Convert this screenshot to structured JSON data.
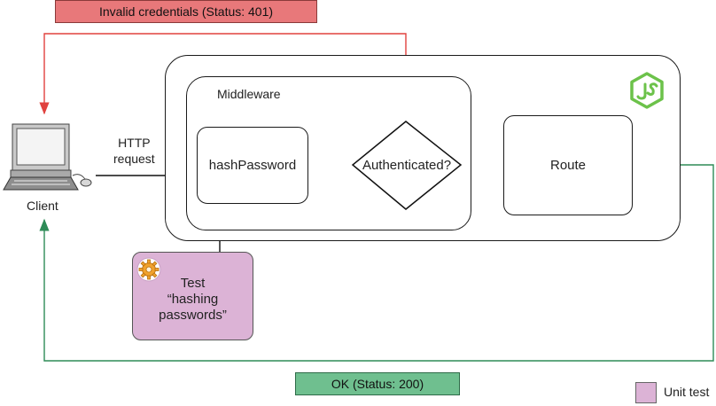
{
  "status_error": "Invalid credentials (Status: 401)",
  "status_ok": "OK (Status: 200)",
  "client": {
    "label": "Client"
  },
  "http_request": {
    "line1": "HTTP",
    "line2": "request"
  },
  "middleware": {
    "title": "Middleware"
  },
  "hash_password": {
    "label": "hashPassword"
  },
  "decision": {
    "label": "Authenticated?"
  },
  "route": {
    "label": "Route"
  },
  "test": {
    "line1": "Test",
    "line2": "“hashing",
    "line3": "passwords”"
  },
  "legend": {
    "label": "Unit test"
  },
  "colors": {
    "error_line": "#e0423f",
    "ok_line": "#2e8b57",
    "unit_test": "#dcb3d6",
    "node_green": "#6cc24a"
  },
  "icons": [
    "computer-icon",
    "nodejs-logo-icon",
    "gear-icon"
  ]
}
